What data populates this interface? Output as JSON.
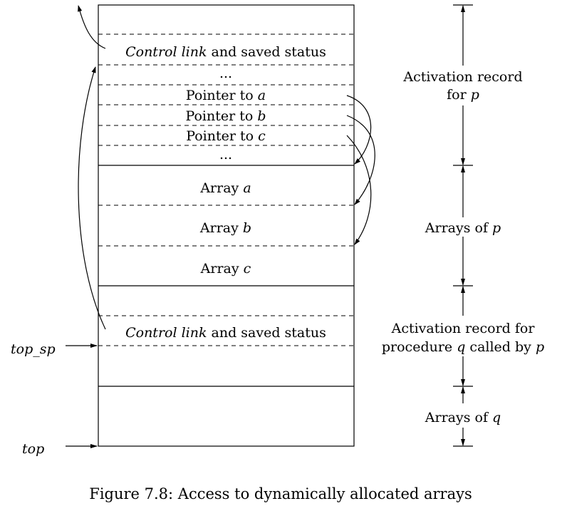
{
  "stack_cells": {
    "control_link_italic": "Control link",
    "control_link_rest": " and saved status",
    "ellipsis": "...",
    "pointer_prefix": "Pointer to ",
    "ptr_a": "a",
    "ptr_b": "b",
    "ptr_c": "c",
    "array_prefix": "Array ",
    "arr_a": "a",
    "arr_b": "b",
    "arr_c": "c"
  },
  "side_labels": {
    "top_sp": "top_sp",
    "top": "top"
  },
  "braces": {
    "ar_p_line1": "Activation record",
    "ar_p_line2_prefix": "for ",
    "ar_p_var": "p",
    "arrays_p_prefix": "Arrays of ",
    "arrays_p_var": "p",
    "ar_q_line1": "Activation record for",
    "ar_q_line2_a": "procedure ",
    "ar_q_var_q": "q",
    "ar_q_line2_b": " called by ",
    "ar_q_var_p": "p",
    "arrays_q_prefix": "Arrays of ",
    "arrays_q_var": "q"
  },
  "caption": "Figure 7.8: Access to dynamically allocated arrays"
}
